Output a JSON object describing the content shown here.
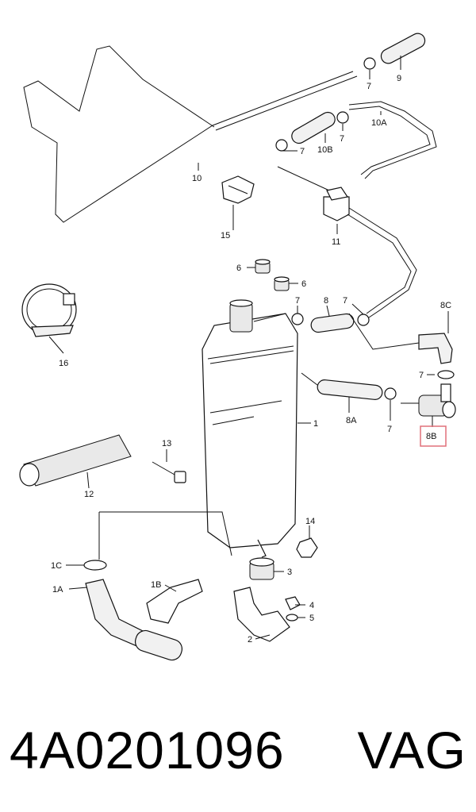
{
  "diagram": {
    "labels": {
      "l1": "1",
      "l1A": "1A",
      "l1B": "1B",
      "l1C": "1C",
      "l2": "2",
      "l3": "3",
      "l4": "4",
      "l5": "5",
      "l6a": "6",
      "l6b": "6",
      "l7a": "7",
      "l7b": "7",
      "l7c": "7",
      "l7d": "7",
      "l7e": "7",
      "l7f": "7",
      "l7g": "7",
      "l8": "8",
      "l8A": "8A",
      "l8B": "8B",
      "l8C": "8C",
      "l9": "9",
      "l10": "10",
      "l10A": "10A",
      "l10B": "10B",
      "l11": "11",
      "l12": "12",
      "l13": "13",
      "l14": "14",
      "l15": "15",
      "l16": "16"
    },
    "highlight_color": "#e0707a"
  },
  "caption": {
    "part_number": "4A0201096",
    "brand": "VAG"
  }
}
